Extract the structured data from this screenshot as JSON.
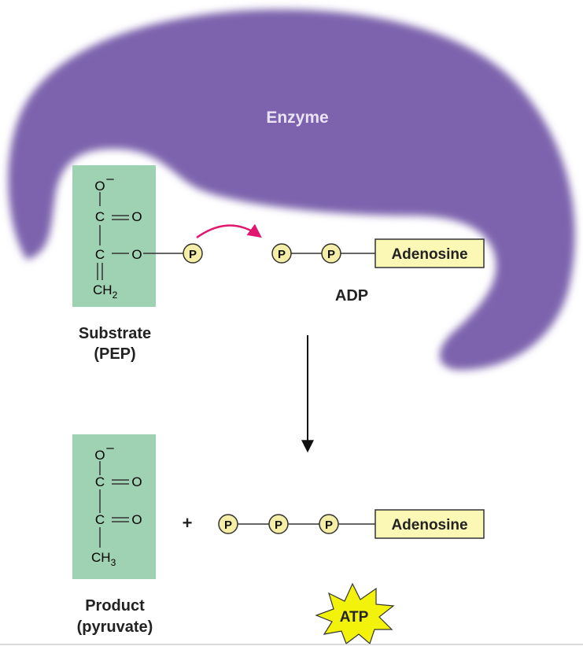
{
  "enzyme": {
    "label": "Enzyme",
    "color": "#7d63ad",
    "label_color": "#e9e3f4"
  },
  "substrate": {
    "atoms": {
      "o_minus": "O",
      "minus": "–",
      "c1": "C",
      "o1": "O",
      "c2": "C",
      "o2": "O",
      "ch": "CH",
      "sub": "2"
    },
    "caption_line1": "Substrate",
    "caption_line2": "(PEP)"
  },
  "phosphate_label": "P",
  "adp": {
    "adenosine": "Adenosine",
    "label": "ADP"
  },
  "product": {
    "atoms": {
      "o_minus": "O",
      "minus": "–",
      "c1": "C",
      "o1": "O",
      "c2": "C",
      "o2": "O",
      "ch": "CH",
      "sub": "3"
    },
    "caption_line1": "Product",
    "caption_line2": "(pyruvate)"
  },
  "plus": "+",
  "atp": {
    "adenosine": "Adenosine",
    "label": "ATP"
  },
  "colors": {
    "molecule_box": "#9fd1b3",
    "adenosine_box": "#fbf7b5",
    "phosphate": "#f5eea6",
    "transfer_arrow": "#e0166f",
    "atp_burst": "#f2f20a"
  }
}
